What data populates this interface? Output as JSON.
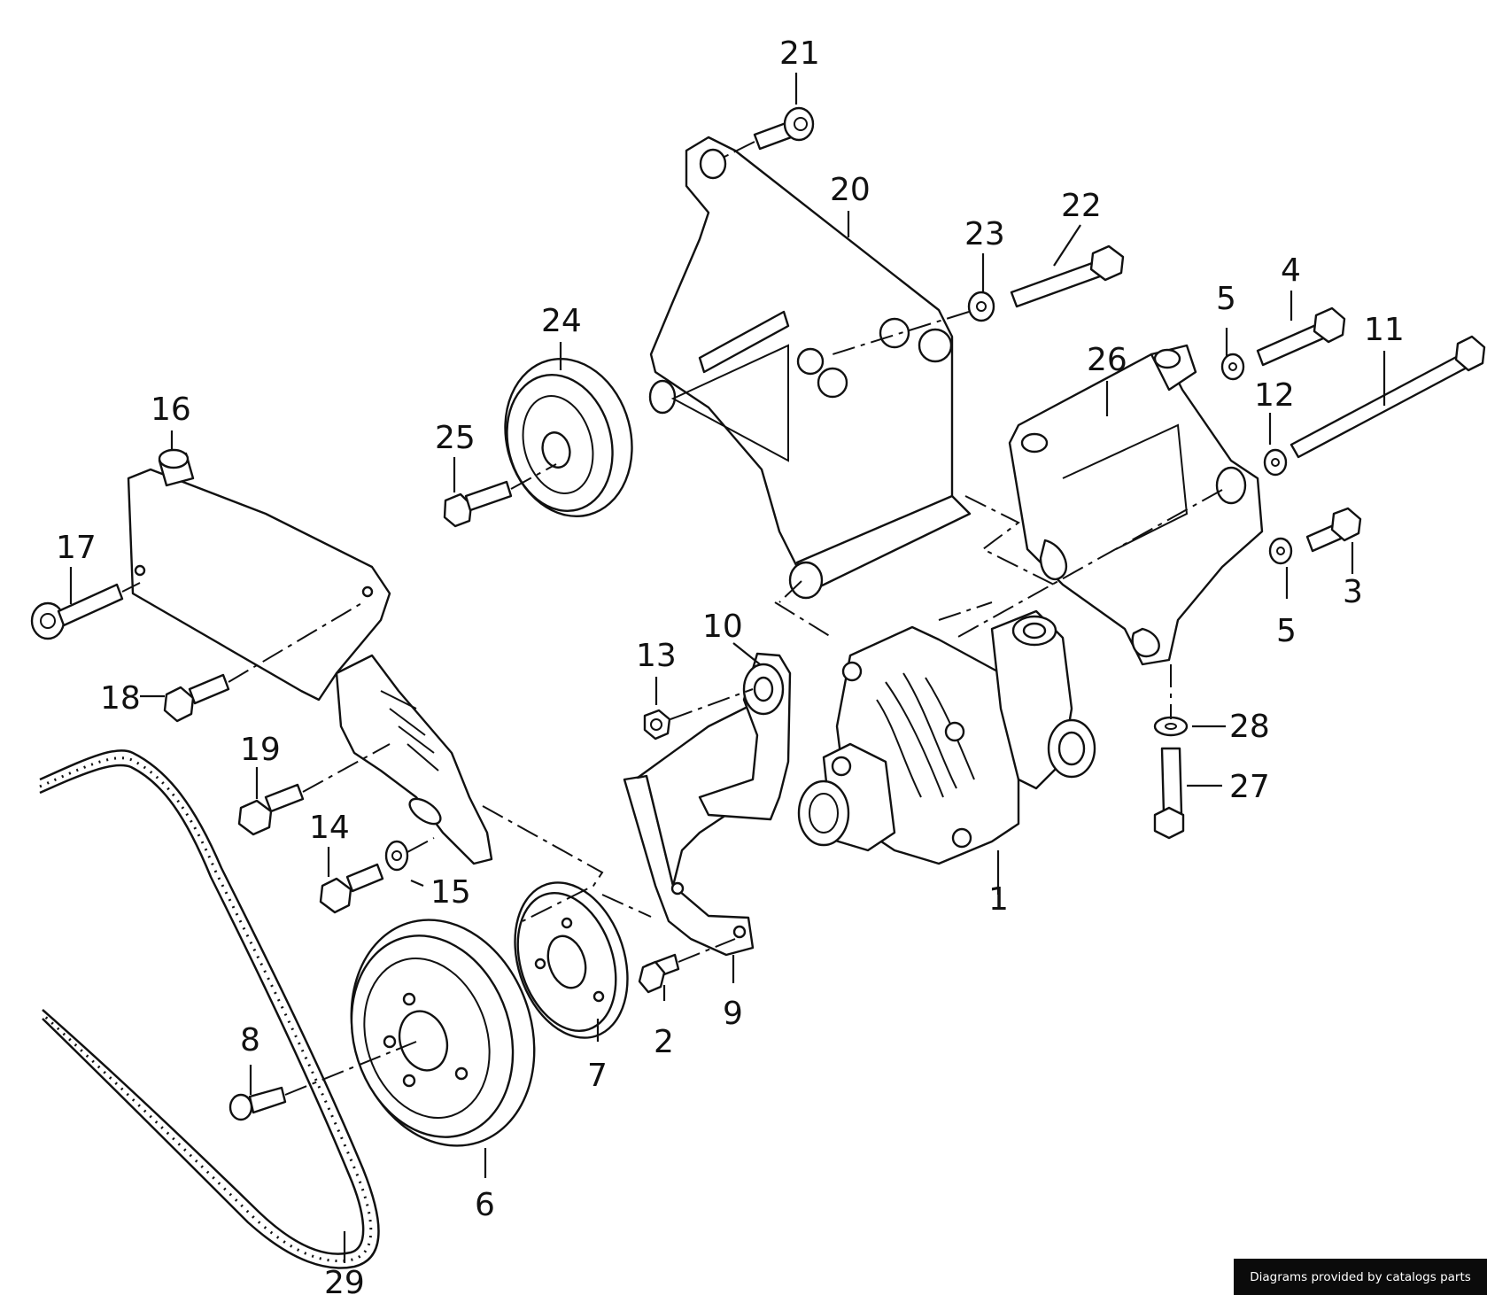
{
  "diagram": {
    "callouts": [
      {
        "num": "1"
      },
      {
        "num": "2"
      },
      {
        "num": "3"
      },
      {
        "num": "4"
      },
      {
        "num": "5"
      },
      {
        "num": "5"
      },
      {
        "num": "6"
      },
      {
        "num": "7"
      },
      {
        "num": "8"
      },
      {
        "num": "9"
      },
      {
        "num": "10"
      },
      {
        "num": "11"
      },
      {
        "num": "12"
      },
      {
        "num": "13"
      },
      {
        "num": "14"
      },
      {
        "num": "15"
      },
      {
        "num": "16"
      },
      {
        "num": "17"
      },
      {
        "num": "18"
      },
      {
        "num": "19"
      },
      {
        "num": "20"
      },
      {
        "num": "21"
      },
      {
        "num": "22"
      },
      {
        "num": "23"
      },
      {
        "num": "24"
      },
      {
        "num": "25"
      },
      {
        "num": "26"
      },
      {
        "num": "27"
      },
      {
        "num": "28"
      },
      {
        "num": "29"
      }
    ]
  },
  "footer": {
    "credit": "Diagrams provided by catalogs parts"
  }
}
